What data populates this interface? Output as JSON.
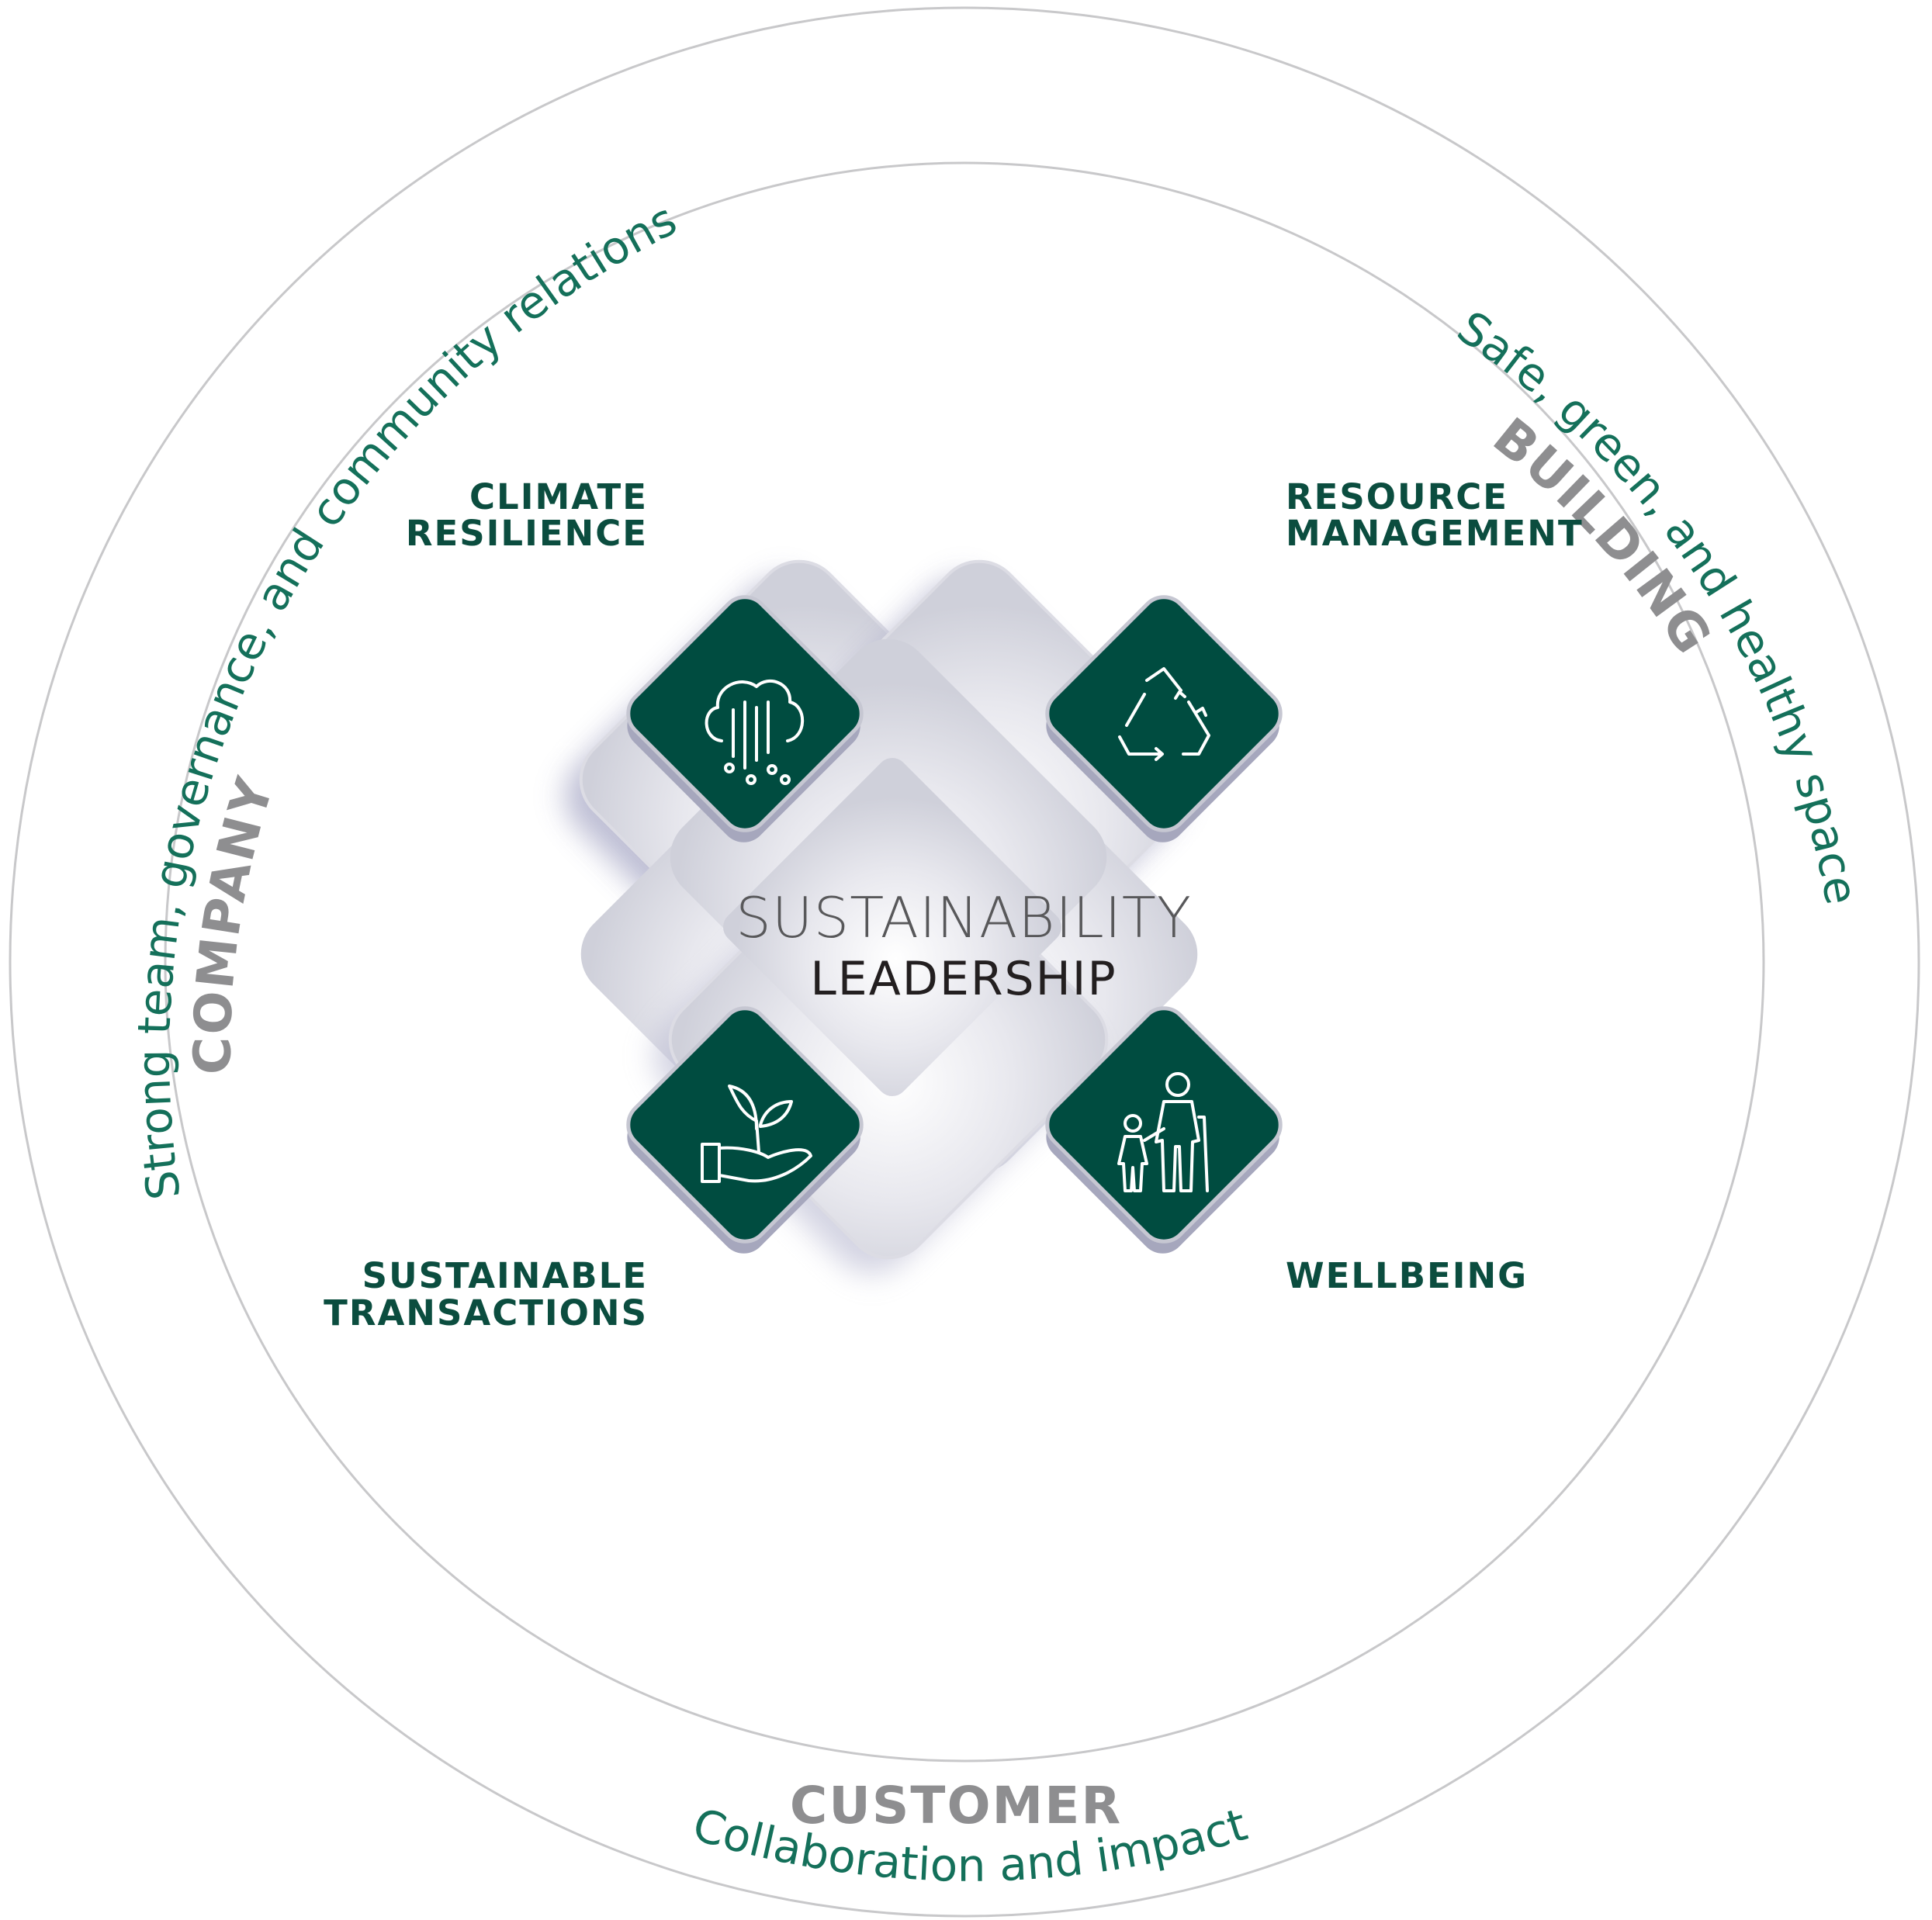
{
  "outer_ring": {
    "company": {
      "title": "COMPANY",
      "subtitle": "Strong team, governance, and community relations"
    },
    "building": {
      "title": "BUILDING",
      "subtitle": "Safe, green, and healthy space"
    },
    "customer": {
      "title": "CUSTOMER",
      "subtitle": "Collaboration and impact"
    }
  },
  "center": {
    "line1": "SUSTAINABILITY",
    "line2": "LEADERSHIP"
  },
  "pillars": {
    "climate": {
      "line1": "CLIMATE",
      "line2": "RESILIENCE",
      "icon": "cloud-rain-icon"
    },
    "resource": {
      "line1": "RESOURCE",
      "line2": "MANAGEMENT",
      "icon": "recycle-icon"
    },
    "transactions": {
      "line1": "SUSTAINABLE",
      "line2": "TRANSACTIONS",
      "icon": "hand-plant-icon"
    },
    "wellbeing": {
      "line1": "WELLBEING",
      "icon": "family-icon"
    }
  },
  "colors": {
    "dark_green": "#004c40",
    "text_green": "#0b4d3f",
    "subtitle_green": "#14705a",
    "grey_title": "#8e8e90",
    "ring_grey": "#c8c8ca"
  }
}
